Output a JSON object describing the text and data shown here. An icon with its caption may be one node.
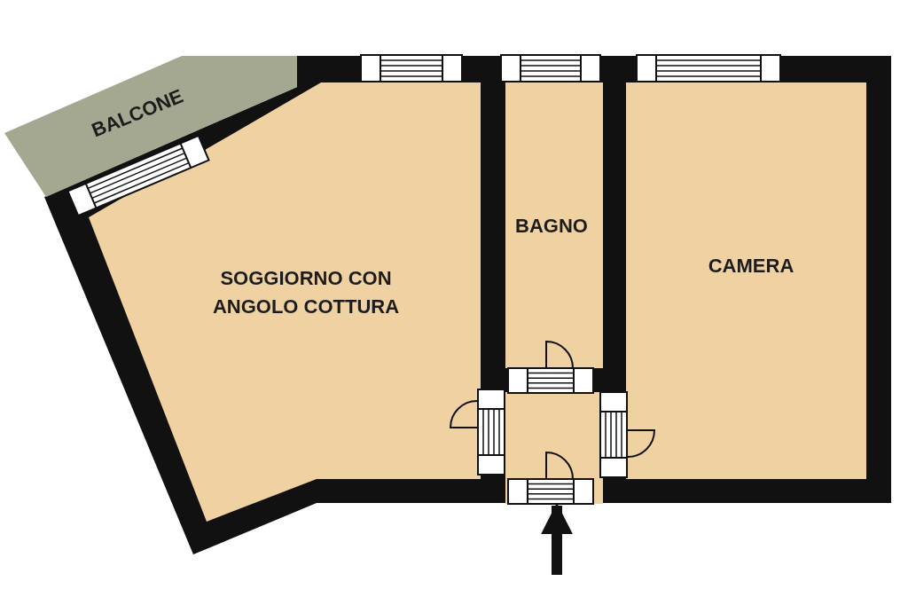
{
  "diagram": {
    "nodes": [
      {
        "text": [
          "BALCONE"
        ]
      },
      {
        "text": [
          "SOGGIORNO CON ANGOLO COTTURA"
        ]
      },
      {
        "text": [
          "BAGNO"
        ]
      },
      {
        "text": [
          "CAMERA"
        ]
      },
      {
        "text": [],
        "shape": "box"
      }
    ],
    "edges": [
      {
        "from": null,
        "to": 4,
        "arrow": "to"
      }
    ]
  }
}
